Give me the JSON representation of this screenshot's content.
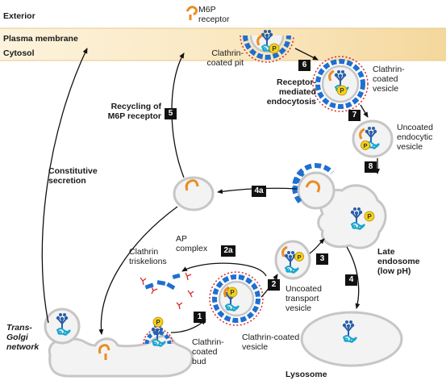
{
  "regions": {
    "exterior": "Exterior",
    "plasma_membrane": "Plasma membrane",
    "cytosol": "Cytosol"
  },
  "labels": {
    "m6p_receptor": "M6P receptor",
    "clathrin_coated_pit": "Clathrin-coated pit",
    "receptor_mediated_endocytosis": "Receptor-mediated endocytosis",
    "clathrin_coated_vesicle_top": "Clathrin-coated vesicle",
    "uncoated_endocytic_vesicle": "Uncoated endocytic vesicle",
    "recycling_m6p_receptor": "Recycling of M6P receptor",
    "constitutive_secretion": "Constitutive secretion",
    "clathrin_triskelions": "Clathrin triskelions",
    "ap_complex": "AP complex",
    "uncoated_transport_vesicle": "Uncoated transport vesicle",
    "late_endosome": "Late endosome (low pH)",
    "trans_golgi_network": "Trans-Golgi network",
    "clathrin_coated_bud": "Clathrin-coated bud",
    "clathrin_coated_vesicle_bottom": "Clathrin-coated vesicle",
    "lysosome": "Lysosome"
  },
  "steps": {
    "s1": "1",
    "s2": "2",
    "s2a": "2a",
    "s3": "3",
    "s4": "4",
    "s4a": "4a",
    "s5": "5",
    "s6": "6",
    "s7": "7",
    "s8": "8"
  },
  "protein_badge": "P",
  "colors": {
    "band": "#fbe9c4",
    "membrane": "#c9c9c9",
    "clathrin_blue": "#1f6fd1",
    "clathrin_red": "#d62a2a",
    "receptor_orange": "#e98d24",
    "phosphate_yellow": "#f6d11a",
    "protein_cyan": "#1aa6cf"
  }
}
